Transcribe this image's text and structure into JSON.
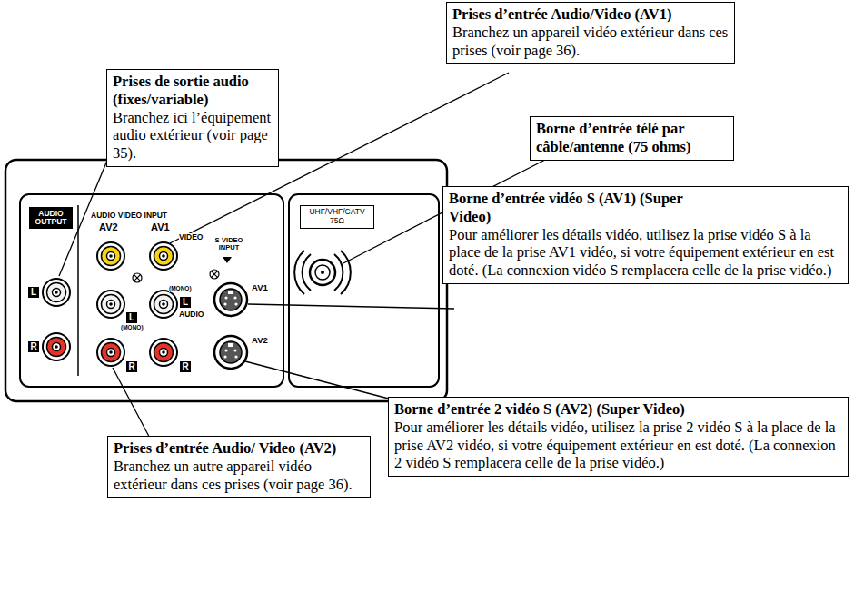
{
  "diagram": {
    "nodes": [
      {
        "text": [
          "Prises de sortie audio (fixes/variable)",
          "Branchez ici l’équipement audio extérieur (voir page 35)."
        ]
      },
      {
        "text": [
          "Prises d’entrée Audio/Video (AV1)",
          "Branchez un appareil vidéo extérieur dans ces prises (voir page 36)."
        ]
      },
      {
        "text": [
          "Borne d’entrée télé par câble/antenne (75 ohms)"
        ]
      },
      {
        "text": [
          "Borne d’entrée vidéo S (AV1) (Super Video)",
          "Pour améliorer les détails vidéo, utilisez la prise vidéo S à la place de la prise AV1 vidéo, si votre équipement extérieur en est doté. (La connexion vidéo S remplacera celle de la prise vidéo.)"
        ]
      },
      {
        "text": [
          "Prises d’entrée Audio/ Video (AV2)",
          "Branchez un autre appareil vidéo extérieur dans ces prises (voir page 36)."
        ]
      },
      {
        "text": [
          "Borne d’entrée 2 vidéo S (AV2) (Super Video)",
          "Pour améliorer les détails vidéo, utilisez la prise 2 vidéo S à la place de la prise AV2 vidéo, si votre équipement extérieur en est doté. (La connexion 2 vidéo S remplacera celle de la prise vidéo.)"
        ]
      },
      {
        "text": [
          "AUDIO OUTPUT"
        ]
      },
      {
        "text": [
          "UHF/VHF/CATV 75Ω"
        ]
      }
    ],
    "labels": [
      "AUDIO VIDEO INPUT",
      "AV2",
      "AV1",
      "VIDEO",
      "L",
      "R",
      "L",
      "(MONO)",
      "(MONO)",
      "L",
      "AUDIO",
      "R",
      "R",
      "S-VIDEO INPUT",
      "AV1",
      "AV2"
    ]
  }
}
